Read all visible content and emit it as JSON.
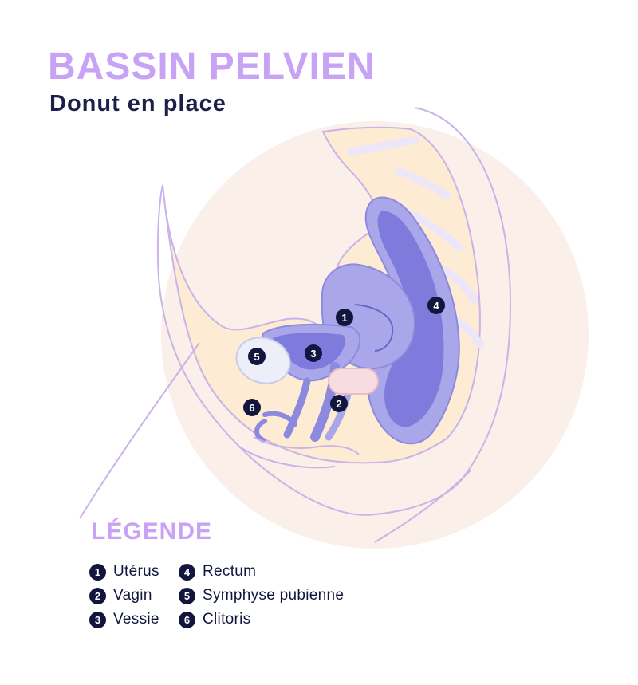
{
  "header": {
    "title": "BASSIN PELVIEN",
    "subtitle": "Donut en place"
  },
  "labels": [
    {
      "number": "1",
      "name": "Utérus"
    },
    {
      "number": "2",
      "name": "Vagin"
    },
    {
      "number": "3",
      "name": "Vessie"
    },
    {
      "number": "4",
      "name": "Rectum"
    },
    {
      "number": "5",
      "name": "Symphyse pubienne"
    },
    {
      "number": "6",
      "name": "Clitoris"
    }
  ],
  "legend": {
    "title": "LÉGENDE"
  },
  "colors": {
    "title": "#c8a2f5",
    "text": "#1c1f4a",
    "badge": "#12163f",
    "background_disc": "#fbefe9",
    "skin": "#fdebd3",
    "organ_light": "#a9a7ea",
    "organ_dark": "#7f7bdc",
    "donut": "#f7dde2"
  }
}
